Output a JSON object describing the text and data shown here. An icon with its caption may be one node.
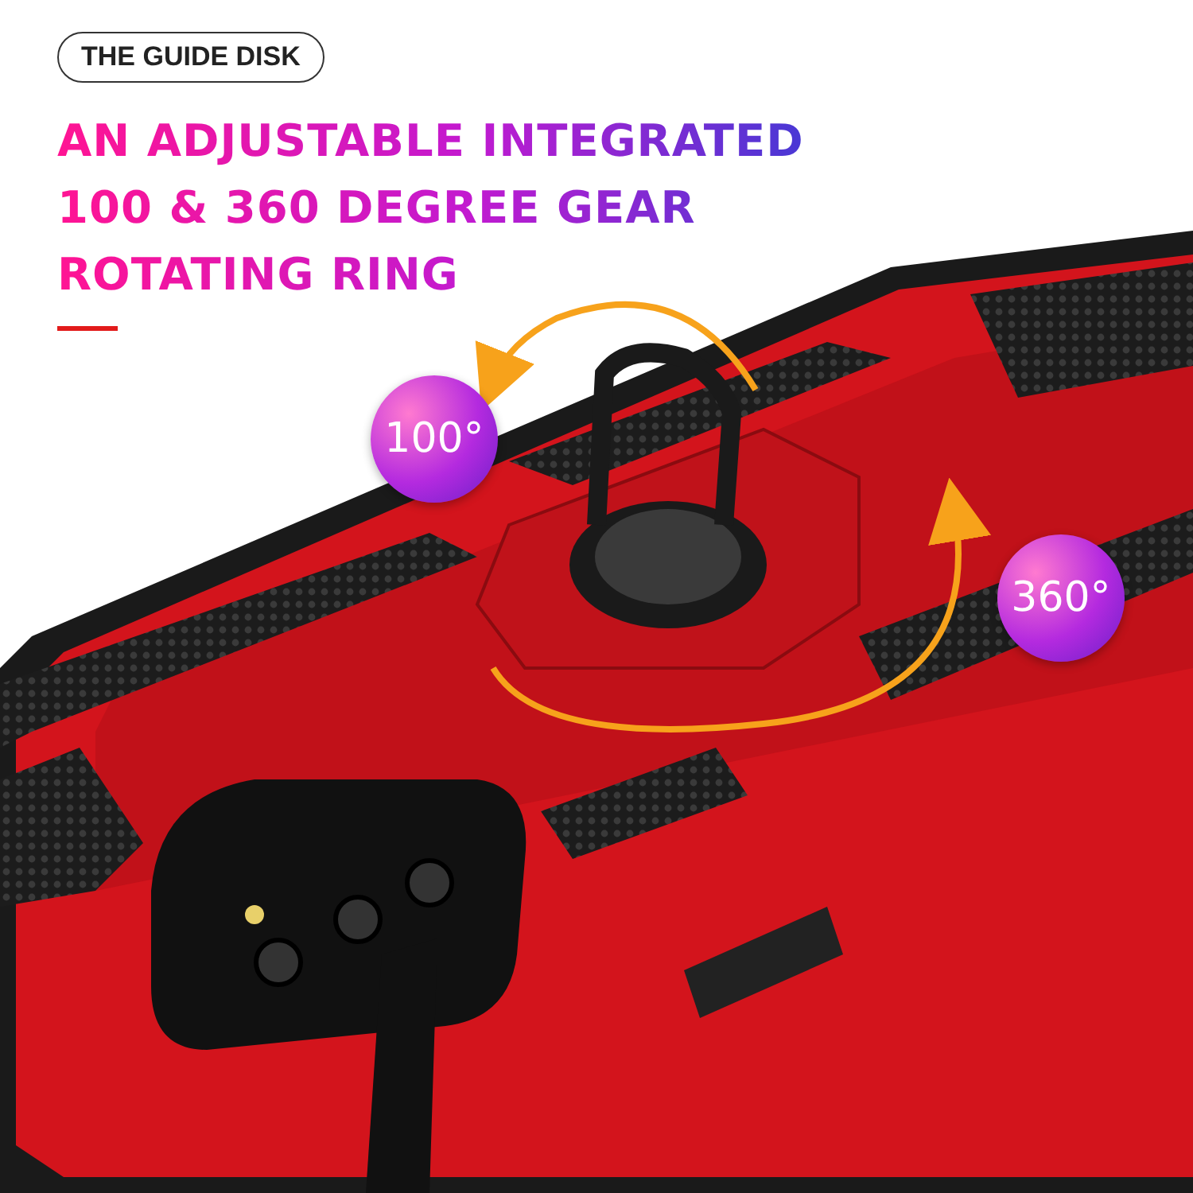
{
  "diagram": {
    "title": "AN ADJUSTABLE INTEGRATED 100 & 360 DEGREE GEAR ROTATING RING",
    "nodes": [
      {
        "text": [
          "THE GUIDE DISK"
        ]
      },
      {
        "text": [
          "100°"
        ]
      },
      {
        "text": [
          "360°"
        ]
      }
    ]
  }
}
